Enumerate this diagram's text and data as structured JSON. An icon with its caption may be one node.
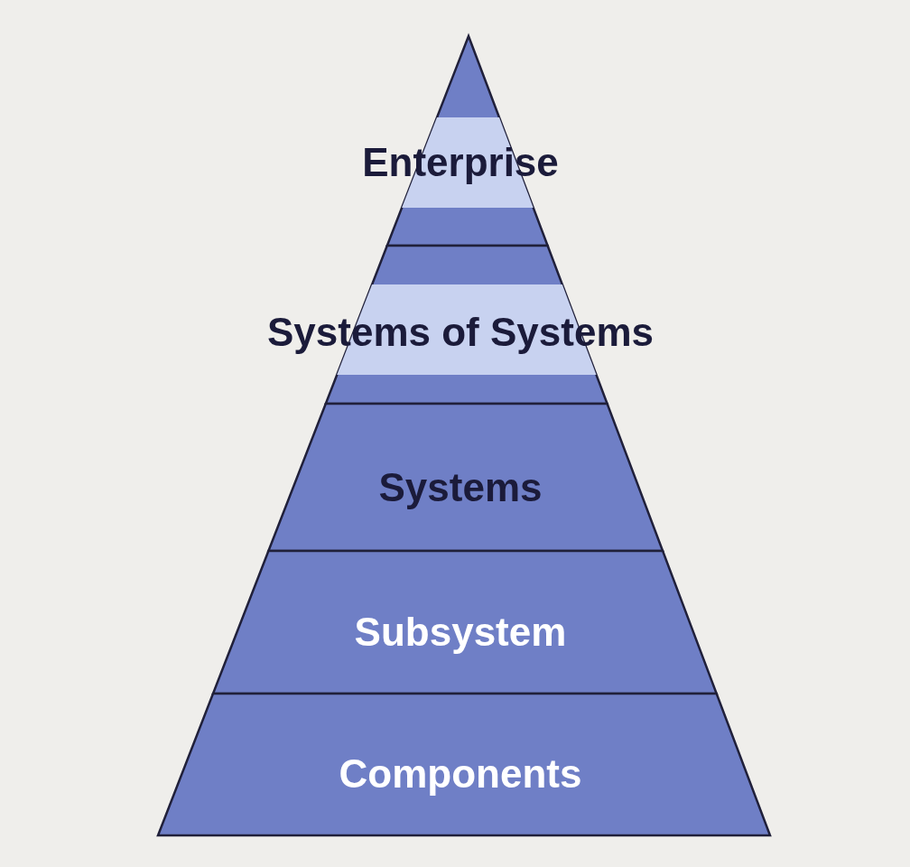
{
  "diagram": {
    "nodes": [
      {
        "text": [
          "Enterprise"
        ]
      },
      {
        "text": [
          "Systems of Systems"
        ]
      },
      {
        "text": [
          "Systems"
        ]
      },
      {
        "text": [
          "Subsystem"
        ]
      },
      {
        "text": [
          "Components"
        ]
      }
    ]
  }
}
